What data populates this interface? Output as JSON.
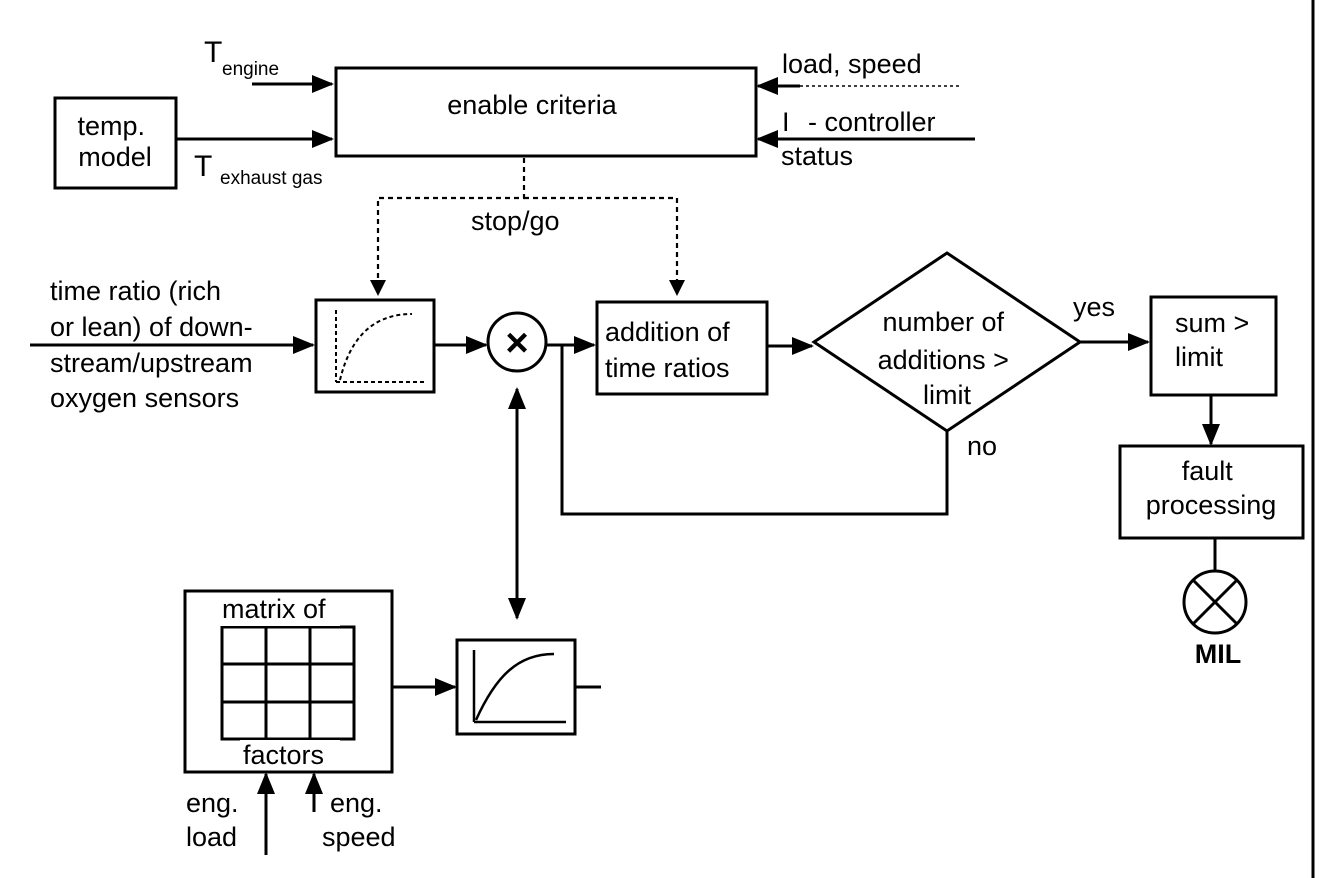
{
  "inputs": {
    "t_engine_main": "T",
    "t_engine_sub": "engine",
    "t_exhaust_main": "T",
    "t_exhaust_sub": "exhaust gas",
    "load_speed": "load, speed",
    "controller_i": "I",
    "controller_label": "- controller",
    "controller_status": "status",
    "time_ratio_lines": [
      "time ratio (rich",
      "or lean) of down-",
      "stream/upstream",
      "oxygen sensors"
    ],
    "eng_load_lines": [
      "eng.",
      "load"
    ],
    "eng_speed_lines": [
      "eng.",
      "speed"
    ]
  },
  "blocks": {
    "temp_model_lines": [
      "temp.",
      "model"
    ],
    "enable_criteria": "enable criteria",
    "addition_lines": [
      "addition of",
      "time ratios"
    ],
    "decision_lines": [
      "number of",
      "additions >",
      "limit"
    ],
    "sum_limit_lines": [
      "sum >",
      "limit"
    ],
    "fault_lines": [
      "fault",
      "processing"
    ],
    "matrix_top": "matrix of",
    "matrix_bottom": "factors",
    "multiply_symbol": "×"
  },
  "signals": {
    "stop_go": "stop/go",
    "yes": "yes",
    "no": "no"
  },
  "outputs": {
    "mil": "MIL"
  }
}
